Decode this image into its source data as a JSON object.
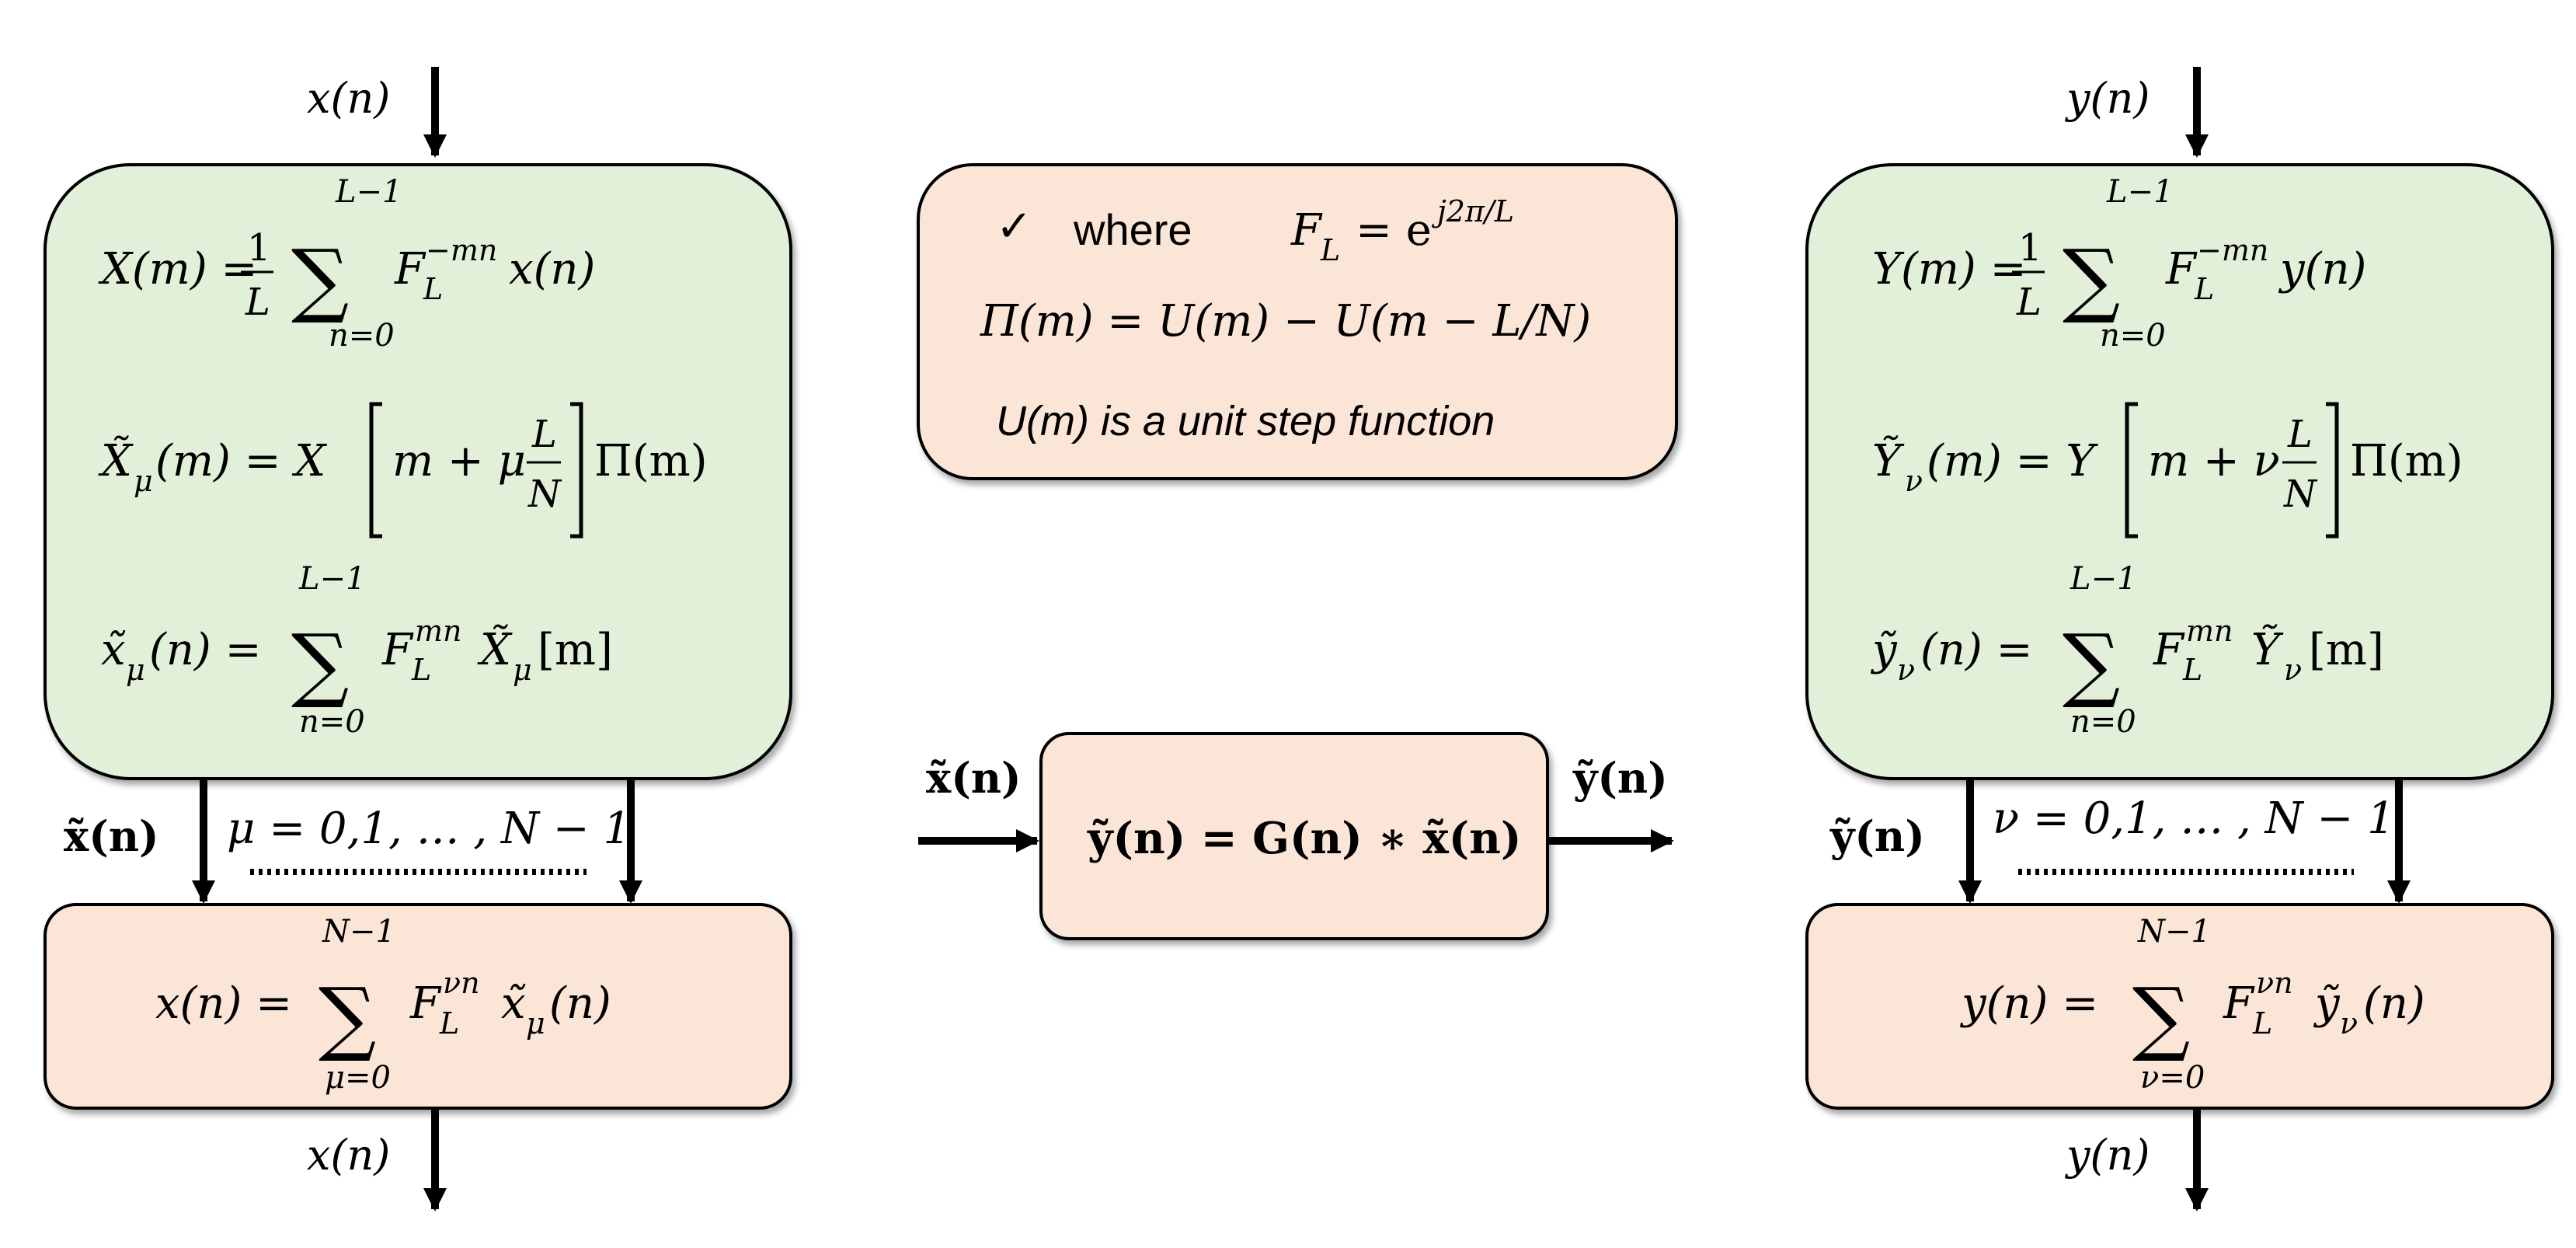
{
  "colors": {
    "green_fill": "#e2f0d9",
    "peach_fill": "#fbe5d6",
    "stroke": "#000000"
  },
  "left": {
    "input_label": "x(n)",
    "output_label": "x(n)",
    "side_label": "x̃(n)",
    "index_range": "μ = 0,1, … , N − 1",
    "dft_lhs": "X(m) =",
    "dft_frac_num": "1",
    "dft_frac_den": "L",
    "dft_sum_top": "L−1",
    "dft_sum_bottom": "n=0",
    "dft_term": "F",
    "dft_sub": "L",
    "dft_sup": "−mn",
    "dft_tail": "x(n)",
    "shift_lhs": "X̃",
    "shift_sub": "μ",
    "shift_mid": "(m) = X",
    "shift_inner": "m + μ",
    "shift_frac_num": "L",
    "shift_frac_den": "N",
    "shift_tail": "Π(m)",
    "idft_lhs": "x̃",
    "idft_sub": "μ",
    "idft_mid": "(n) =",
    "idft_sum_top": "L−1",
    "idft_sum_bottom": "n=0",
    "idft_term": "F",
    "idft_sub2": "L",
    "idft_sup": "mn",
    "idft_tail": "X̃",
    "idft_tail_sub": "μ",
    "idft_tail_end": "[m]",
    "synth_lhs": "x(n) =",
    "synth_sum_top": "N−1",
    "synth_sum_bottom": "μ=0",
    "synth_term": "F",
    "synth_sub": "L",
    "synth_sup": "νn",
    "synth_tail": "x̃",
    "synth_tail_sub": "μ",
    "synth_tail_end": "(n)"
  },
  "right": {
    "input_label": "y(n)",
    "output_label": "y(n)",
    "side_label": "ỹ(n)",
    "index_range": "ν = 0,1, … , N − 1",
    "dft_lhs": "Y(m) =",
    "dft_frac_num": "1",
    "dft_frac_den": "L",
    "dft_sum_top": "L−1",
    "dft_sum_bottom": "n=0",
    "dft_term": "F",
    "dft_sub": "L",
    "dft_sup": "−mn",
    "dft_tail": "y(n)",
    "shift_lhs": "Ỹ",
    "shift_sub": "ν",
    "shift_mid": "(m) = Y",
    "shift_inner": "m + ν",
    "shift_frac_num": "L",
    "shift_frac_den": "N",
    "shift_tail": "Π(m)",
    "idft_lhs": "ỹ",
    "idft_sub": "ν",
    "idft_mid": "(n) =",
    "idft_sum_top": "L−1",
    "idft_sum_bottom": "n=0",
    "idft_term": "F",
    "idft_sub2": "L",
    "idft_sup": "mn",
    "idft_tail": "Ỹ",
    "idft_tail_sub": "ν",
    "idft_tail_end": "[m]",
    "synth_lhs": "y(n) =",
    "synth_sum_top": "N−1",
    "synth_sum_bottom": "ν=0",
    "synth_term": "F",
    "synth_sub": "L",
    "synth_sup": "νn",
    "synth_tail": "ỹ",
    "synth_tail_sub": "ν",
    "synth_tail_end": "(n)"
  },
  "definitions": {
    "check": "✓",
    "where": "where",
    "fl_lhs": "F",
    "fl_sub": "L",
    "fl_eq": "= e",
    "fl_sup": "j2π/L",
    "pi_def": "Π(m) = U(m) − U(m − L/N)",
    "step_def": "U(m) is a unit step function"
  },
  "middle": {
    "input_label": "x̃(n)",
    "output_label": "ỹ(n)",
    "equation": "ỹ(n) = G(n) ∗ x̃(n)"
  }
}
